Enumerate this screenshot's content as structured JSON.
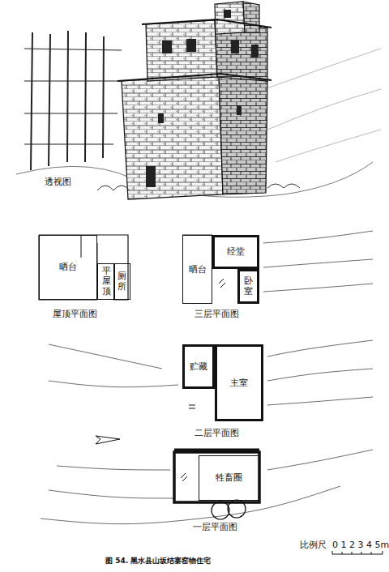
{
  "diagram": {
    "caption": "图 54. 黑水县山坂结寨窑物住宅",
    "nodes": [
      {
        "text": [
          "晒台"
        ]
      },
      {
        "text": [
          "平屋顶"
        ]
      },
      {
        "text": [
          "厕所"
        ]
      },
      {
        "text": [
          "晒台"
        ]
      },
      {
        "text": [
          "经堂"
        ]
      },
      {
        "text": [
          "卧室"
        ]
      },
      {
        "text": [
          "贮藏"
        ]
      },
      {
        "text": [
          "主室"
        ]
      },
      {
        "text": [
          "牲畜圈"
        ]
      }
    ],
    "labels": [
      "透视图",
      "屋顶平面图",
      "三层平面图",
      "二层平面图",
      "一层平面图",
      "比例尺",
      "0 1 2 3 4 5m"
    ]
  }
}
